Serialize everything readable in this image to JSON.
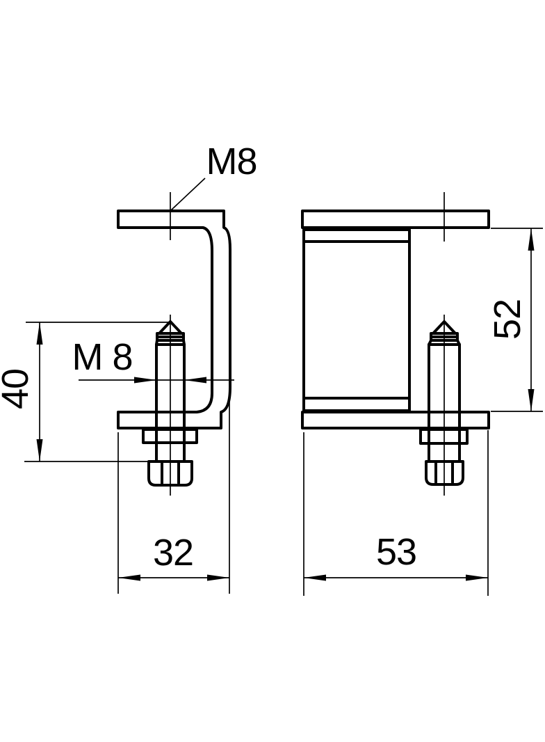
{
  "drawing": {
    "kind": "technical-drawing-two-views",
    "part": "c-clamp-bracket-with-clamping-screw",
    "colors": {
      "line": "#000000",
      "background": "#ffffff"
    },
    "side_view": {
      "thread_callout": "M8",
      "bolt_thread_dim": "M 8",
      "height_dim": "40",
      "depth_dim": "32"
    },
    "front_view": {
      "height_dim": "52",
      "width_dim": "53"
    }
  }
}
